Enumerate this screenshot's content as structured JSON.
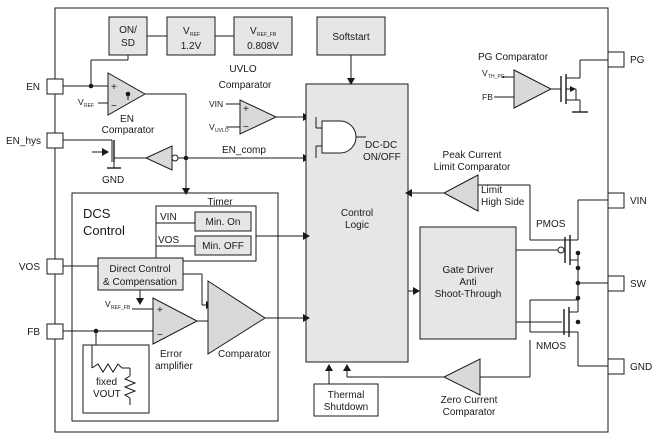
{
  "pins": {
    "en": "EN",
    "en_hys": "EN_hys",
    "vos": "VOS",
    "fb": "FB",
    "pg": "PG",
    "vin": "VIN",
    "sw": "SW",
    "gnd": "GND"
  },
  "blocks": {
    "on_sd": [
      "ON/",
      "SD"
    ],
    "vref_label": "V",
    "vref_sub": "REF",
    "vref_value": "1.2V",
    "vref_fb_label": "V",
    "vref_fb_sub": "REF_FB",
    "vref_fb_value": "0.808V",
    "softstart": "Softstart",
    "control_logic": [
      "Control",
      "Logic"
    ],
    "gate_driver": [
      "Gate Driver",
      "Anti",
      "Shoot-Through"
    ],
    "thermal_shutdown": [
      "Thermal",
      "Shutdown"
    ],
    "dcs_control": [
      "DCS",
      "Control"
    ],
    "timer": "Timer",
    "min_on": "Min. On",
    "min_off": "Min. OFF",
    "timer_vin": "VIN",
    "timer_vos": "VOS",
    "direct_control": [
      "Direct Control",
      "& Compensation"
    ],
    "fixed_vout": [
      "fixed",
      "VOUT"
    ]
  },
  "labels": {
    "en_comparator": [
      "EN",
      "Comparator"
    ],
    "en_vref": "V",
    "en_vref_sub": "REF",
    "gnd_inner": "GND",
    "en_comp": "EN_comp",
    "uvlo_comparator": [
      "UVLO",
      "Comparator"
    ],
    "uvlo_vin": "VIN",
    "uvlo_vuvlo": "V",
    "uvlo_vuvlo_sub": "UVLO",
    "dcdc_onoff": [
      "DC-DC",
      "ON/OFF"
    ],
    "pg_comparator": "PG Comparator",
    "pg_vth": "V",
    "pg_vth_sub": "TH_PG",
    "pg_fb": "FB",
    "peak_current": [
      "Peak Current",
      "Limit Comparator"
    ],
    "limit_high_side": [
      "Limit",
      "High Side"
    ],
    "pmos": "PMOS",
    "nmos": "NMOS",
    "error_vref": "V",
    "error_vref_sub": "REF_FB",
    "error_amplifier": [
      "Error",
      "amplifier"
    ],
    "comparator": "Comparator",
    "zero_current": [
      "Zero Current",
      "Comparator"
    ],
    "plus": "+",
    "minus": "−"
  }
}
